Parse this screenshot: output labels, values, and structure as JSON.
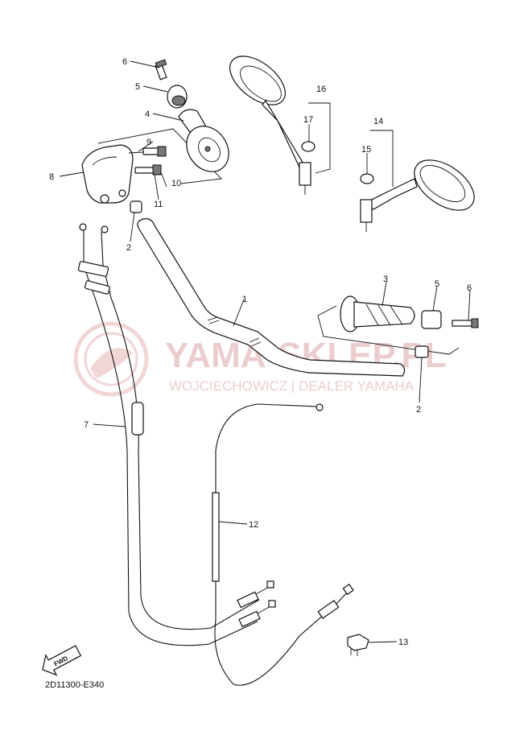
{
  "diagram_code": "2D11300-E340",
  "fwd_label": "FWD",
  "watermark": {
    "brand": "YAMA-SKLEP.PL",
    "tagline": "WOJCIECHOWICZ | DEALER YAMAHA",
    "color": "#e9c5c5"
  },
  "callouts": {
    "c1": "1",
    "c2a": "2",
    "c2b": "2",
    "c3": "3",
    "c4": "4",
    "c5a": "5",
    "c5b": "5",
    "c6a": "6",
    "c6b": "6",
    "c7": "7",
    "c8": "8",
    "c9": "9",
    "c10": "10",
    "c11": "11",
    "c12": "12",
    "c13": "13",
    "c14": "14",
    "c15": "15",
    "c16": "16",
    "c17": "17"
  }
}
